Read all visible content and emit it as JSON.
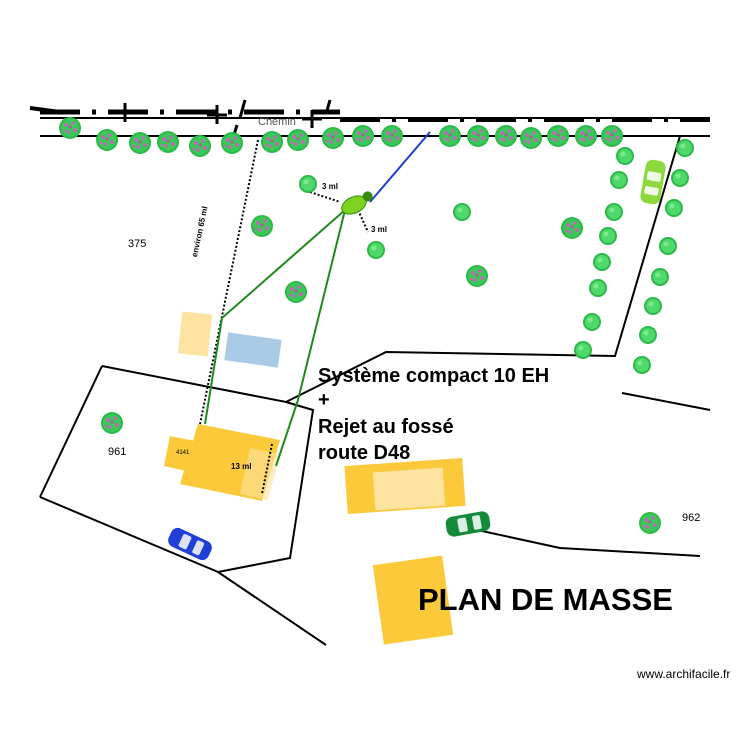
{
  "labels": {
    "road_name": "Chemin",
    "parcel_375": "375",
    "parcel_961": "961",
    "parcel_962": "962",
    "dist_a": "3 ml",
    "dist_b": "3 ml",
    "dist_c": "13 ml",
    "dist_long": "environ 65 ml",
    "house_code": "4141",
    "system_line1": "Système compact 10 EH",
    "system_line2": "+",
    "system_line3": "Rejet au fossé",
    "system_line4": "route D48",
    "title": "PLAN DE MASSE",
    "credit": "www.archifacile.fr"
  },
  "colors": {
    "building": "#fbc93a",
    "building_light": "#fde3a0",
    "pool": "#a9cbe6",
    "pipe": "#1e8a1e",
    "outlet": "#1f3fd6",
    "boundary": "#000000",
    "tree_leaf": "#2db84a",
    "tree_flower": "#c06ab8"
  },
  "icons": [
    "tree-icon",
    "car-icon",
    "septic-tank-icon"
  ]
}
